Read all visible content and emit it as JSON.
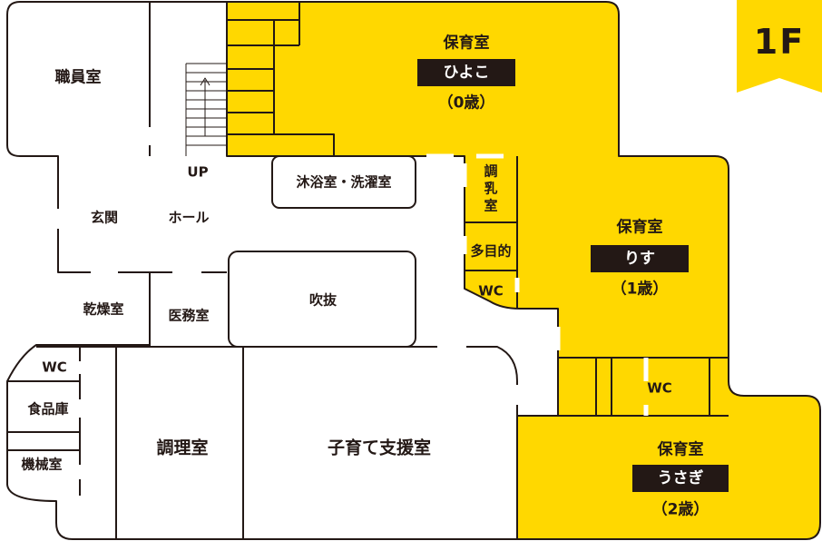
{
  "floor": "1F",
  "colors": {
    "accent": "#FFD800",
    "line": "#231815",
    "background": "#FFFFFF"
  },
  "rooms": {
    "staff": "職員室",
    "nursery_hiyoko": {
      "title": "保育室",
      "name": "ひよこ",
      "age": "（0歳）"
    },
    "nursery_risu": {
      "title": "保育室",
      "name": "りす",
      "age": "（1歳）"
    },
    "nursery_usagi": {
      "title": "保育室",
      "name": "うさぎ",
      "age": "（2歳）"
    },
    "bath_laundry": "沐浴室・洗濯室",
    "milk_room": "調乳室",
    "multipurpose": "多目的",
    "wc_multi": "WC",
    "wc_risu": "WC",
    "wc_left": "WC",
    "entrance": "玄関",
    "hall": "ホール",
    "stairs_up": "UP",
    "drying": "乾燥室",
    "medical": "医務室",
    "atrium": "吹抜",
    "food_storage": "食品庫",
    "machine": "機械室",
    "kitchen": "調理室",
    "support": "子育て支援室"
  }
}
